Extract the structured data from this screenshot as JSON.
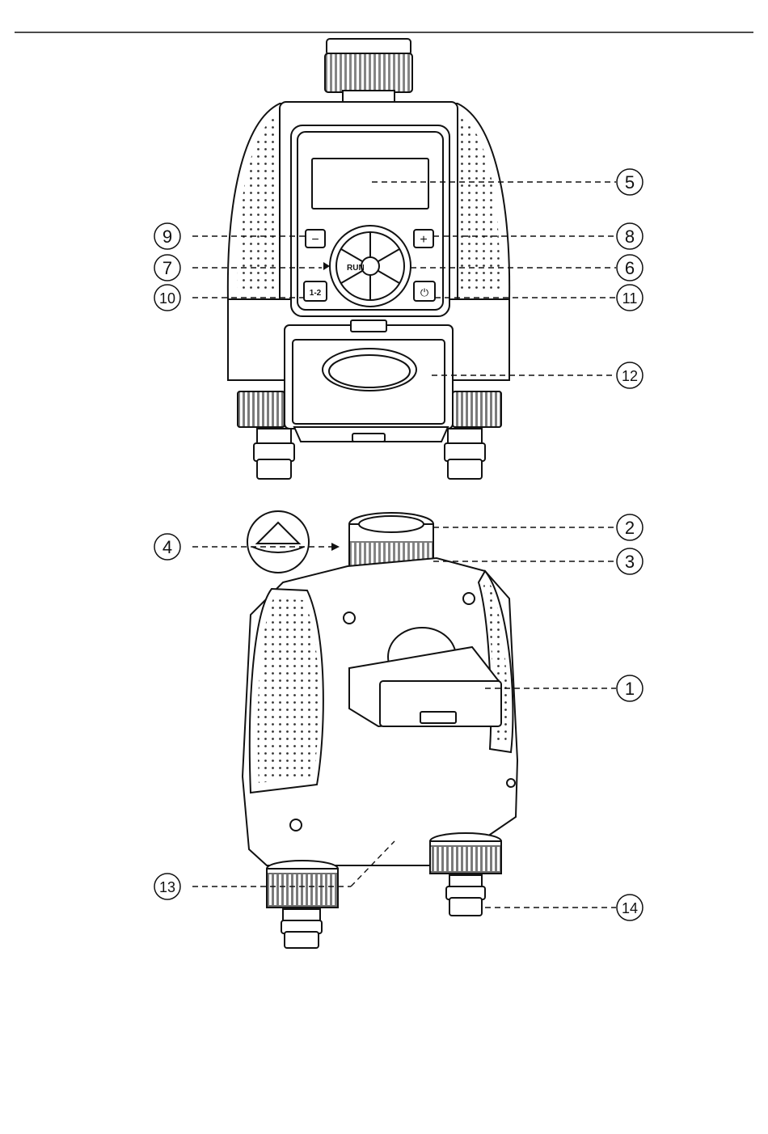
{
  "top_view": {
    "dial": {
      "center_text": "",
      "run_label": "RUN",
      "sector_labels": [
        "",
        "",
        "",
        "",
        "",
        ""
      ]
    },
    "buttons": {
      "minus_symbol": "−",
      "plus_symbol": "+",
      "left_bottom_label": "1-2",
      "right_bottom_symbol": "⏻"
    }
  },
  "callouts": [
    {
      "id": "c1",
      "label": "1"
    },
    {
      "id": "c2",
      "label": "2"
    },
    {
      "id": "c3",
      "label": "3"
    },
    {
      "id": "c4",
      "label": "4"
    },
    {
      "id": "c5",
      "label": "5"
    },
    {
      "id": "c6",
      "label": "6"
    },
    {
      "id": "c7",
      "label": "7"
    },
    {
      "id": "c8",
      "label": "8"
    },
    {
      "id": "c9",
      "label": "9"
    },
    {
      "id": "c10",
      "label": "10"
    },
    {
      "id": "c11",
      "label": "11"
    },
    {
      "id": "c12",
      "label": "12"
    },
    {
      "id": "c13",
      "label": "13"
    },
    {
      "id": "c14",
      "label": "14"
    }
  ]
}
